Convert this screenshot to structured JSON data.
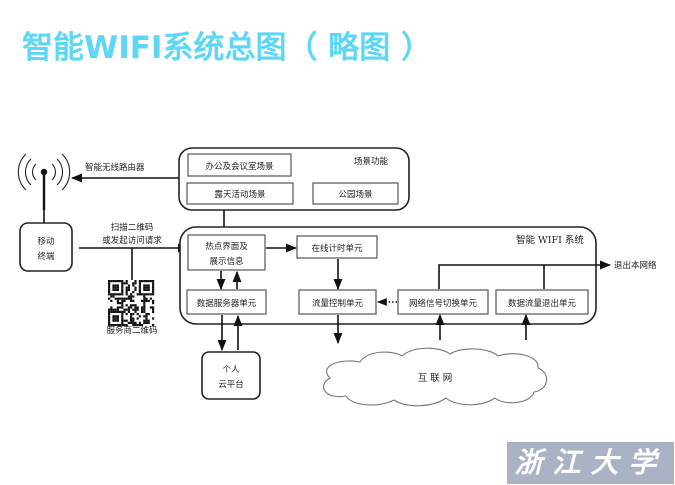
{
  "title": "智能WIFI系统总图（ 略图 ）",
  "colors": {
    "title": "#5ed6f5",
    "logo_bg": "#aab3c6"
  },
  "scene": {
    "label": "场景功能",
    "items": [
      "办公及会议室场景",
      "露天活动场景",
      "公园场景"
    ]
  },
  "router": {
    "icon": "wifi-antenna-icon",
    "label": "智能无线路由器"
  },
  "mobile": {
    "line1": "移动",
    "line2": "终端"
  },
  "request": {
    "line1": "扫描二维码",
    "line2": "或发起访问请求"
  },
  "qr": {
    "icon": "qr-code-icon",
    "label": "服务商二维码"
  },
  "system": {
    "label": "智能 WIFI 系统",
    "units": {
      "hotspot_line1": "热点界面及",
      "hotspot_line2": "展示信息",
      "timer": "在线计时单元",
      "data_server": "数据服务器单元",
      "flow_control": "流量控制单元",
      "net_switch": "网络信号切换单元",
      "flow_exit": "数据流量退出单元"
    }
  },
  "exit_label": "退出本网络",
  "cloud": {
    "line1": "个人",
    "line2": "云平台"
  },
  "internet": "互  联  网",
  "logo": "浙江大学"
}
